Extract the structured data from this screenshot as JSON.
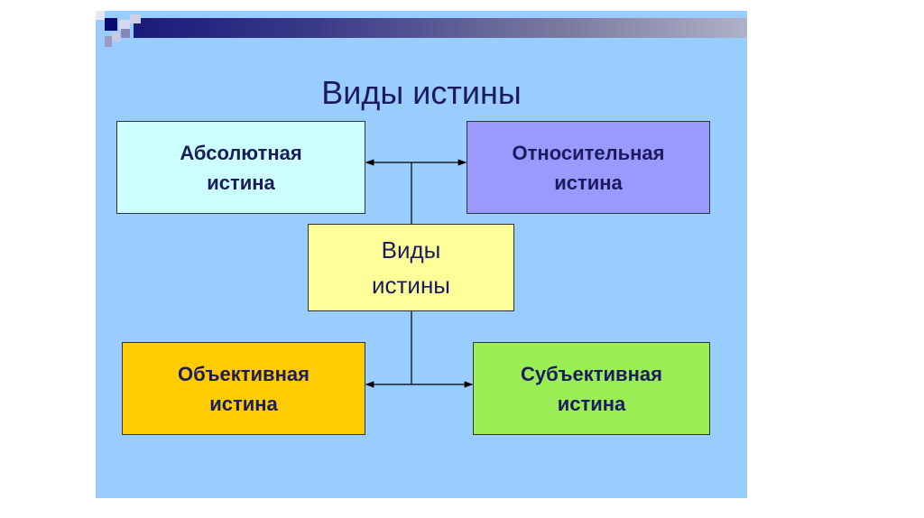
{
  "title": "Виды истины",
  "boxes": {
    "absolute": {
      "line1": "Абсолютная",
      "line2": "истина",
      "color": "#ccffff"
    },
    "relative": {
      "line1": "Относительная",
      "line2": "истина",
      "color": "#9999ff"
    },
    "center": {
      "line1": "Виды",
      "line2": "истины",
      "color": "#ffff99"
    },
    "objective": {
      "line1": "Объективная",
      "line2": "истина",
      "color": "#ffcc00"
    },
    "subjective": {
      "line1": "Субъективная",
      "line2": "истина",
      "color": "#99ee55"
    }
  }
}
